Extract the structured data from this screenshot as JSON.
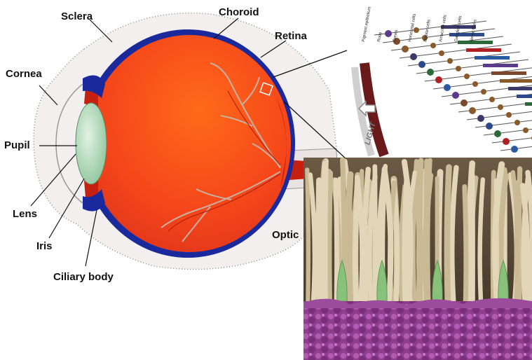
{
  "labels": {
    "sclera": "Sclera",
    "choroid": "Choroid",
    "retina": "Retina",
    "cornea": "Cornea",
    "pupil": "Pupil",
    "lens": "Lens",
    "iris": "Iris",
    "ciliary_body": "Ciliary body",
    "optic": "Optic"
  },
  "inset": {
    "light_label": "LIGHT",
    "layer_labels": [
      "Pigment epithelium",
      "Rods",
      "Cones",
      "Horizontal cells",
      "Bipolar cells",
      "Amacrine cells",
      "Ganglion cells",
      "Nerve fibers"
    ]
  },
  "colors": {
    "eyeball": "#f4451a",
    "choroid": "#1a2a9c",
    "sclera": "#f1eeee",
    "lens": "#a8d8b0",
    "rods": "#d8cba9",
    "cones": "#88c17a",
    "epithelium": "#a04aa0"
  }
}
